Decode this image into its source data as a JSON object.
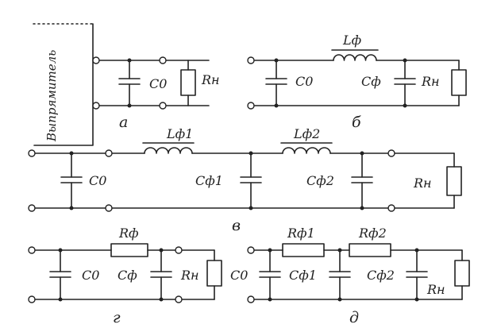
{
  "rectifier": "Выпрямитель",
  "a": {
    "c0": "C0",
    "rn": "Rн",
    "caption": "а"
  },
  "b": {
    "l": "Lф",
    "c0": "C0",
    "c": "Cф",
    "rn": "Rн",
    "caption": "б"
  },
  "v": {
    "l1": "Lф1",
    "l2": "Lф2",
    "c0": "C0",
    "c1": "Cф1",
    "c2": "Cф2",
    "rn": "Rн",
    "caption": "в"
  },
  "g": {
    "r": "Rф",
    "c0": "C0",
    "c": "Cф",
    "rn": "Rн",
    "caption": "г"
  },
  "d": {
    "r1": "Rф1",
    "r2": "Rф2",
    "c0": "C0",
    "c1": "Cф1",
    "c2": "Cф2",
    "rn": "Rн",
    "caption": "д"
  }
}
